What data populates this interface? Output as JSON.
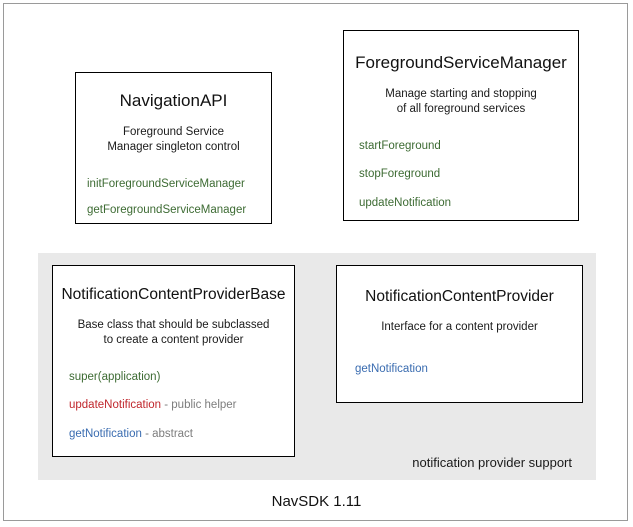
{
  "diagram": {
    "title": "NavSDK 1.11",
    "colors": {
      "method_green": "#3d6b33",
      "method_red": "#c0272d",
      "method_blue": "#3a6cb0",
      "suffix_gray": "#7d7d7d",
      "panel_gray": "#e9e9e9",
      "box_border": "#000000",
      "frame_border": "#9a9a9a"
    },
    "classes": {
      "navigation_api": {
        "name": "NavigationAPI",
        "description_line1": "Foreground Service",
        "description_line2": "Manager singleton control",
        "members": [
          {
            "name": "initForegroundServiceManager",
            "suffix": "",
            "color": "green"
          },
          {
            "name": "getForegroundServiceManager",
            "suffix": "",
            "color": "green"
          }
        ]
      },
      "foreground_service_manager": {
        "name": "ForegroundServiceManager",
        "description_line1": "Manage starting and stopping",
        "description_line2": "of all foreground services",
        "members": [
          {
            "name": "startForeground",
            "suffix": "",
            "color": "green"
          },
          {
            "name": "stopForeground",
            "suffix": "",
            "color": "green"
          },
          {
            "name": "updateNotification",
            "suffix": "",
            "color": "green"
          }
        ]
      },
      "notification_content_provider_base": {
        "name": "NotificationContentProviderBase",
        "description_line1": "Base class that should be subclassed",
        "description_line2": "to create a content provider",
        "members": [
          {
            "name": "super(application)",
            "suffix": "",
            "color": "green"
          },
          {
            "name": "updateNotification",
            "suffix": " - public helper",
            "color": "red"
          },
          {
            "name": "getNotification",
            "suffix": " - abstract",
            "color": "blue"
          }
        ]
      },
      "notification_content_provider": {
        "name": "NotificationContentProvider",
        "description_line1": "Interface for a content provider",
        "description_line2": "",
        "members": [
          {
            "name": "getNotification",
            "suffix": "",
            "color": "blue"
          }
        ]
      }
    },
    "group_panel": {
      "label": "notification provider support"
    }
  }
}
